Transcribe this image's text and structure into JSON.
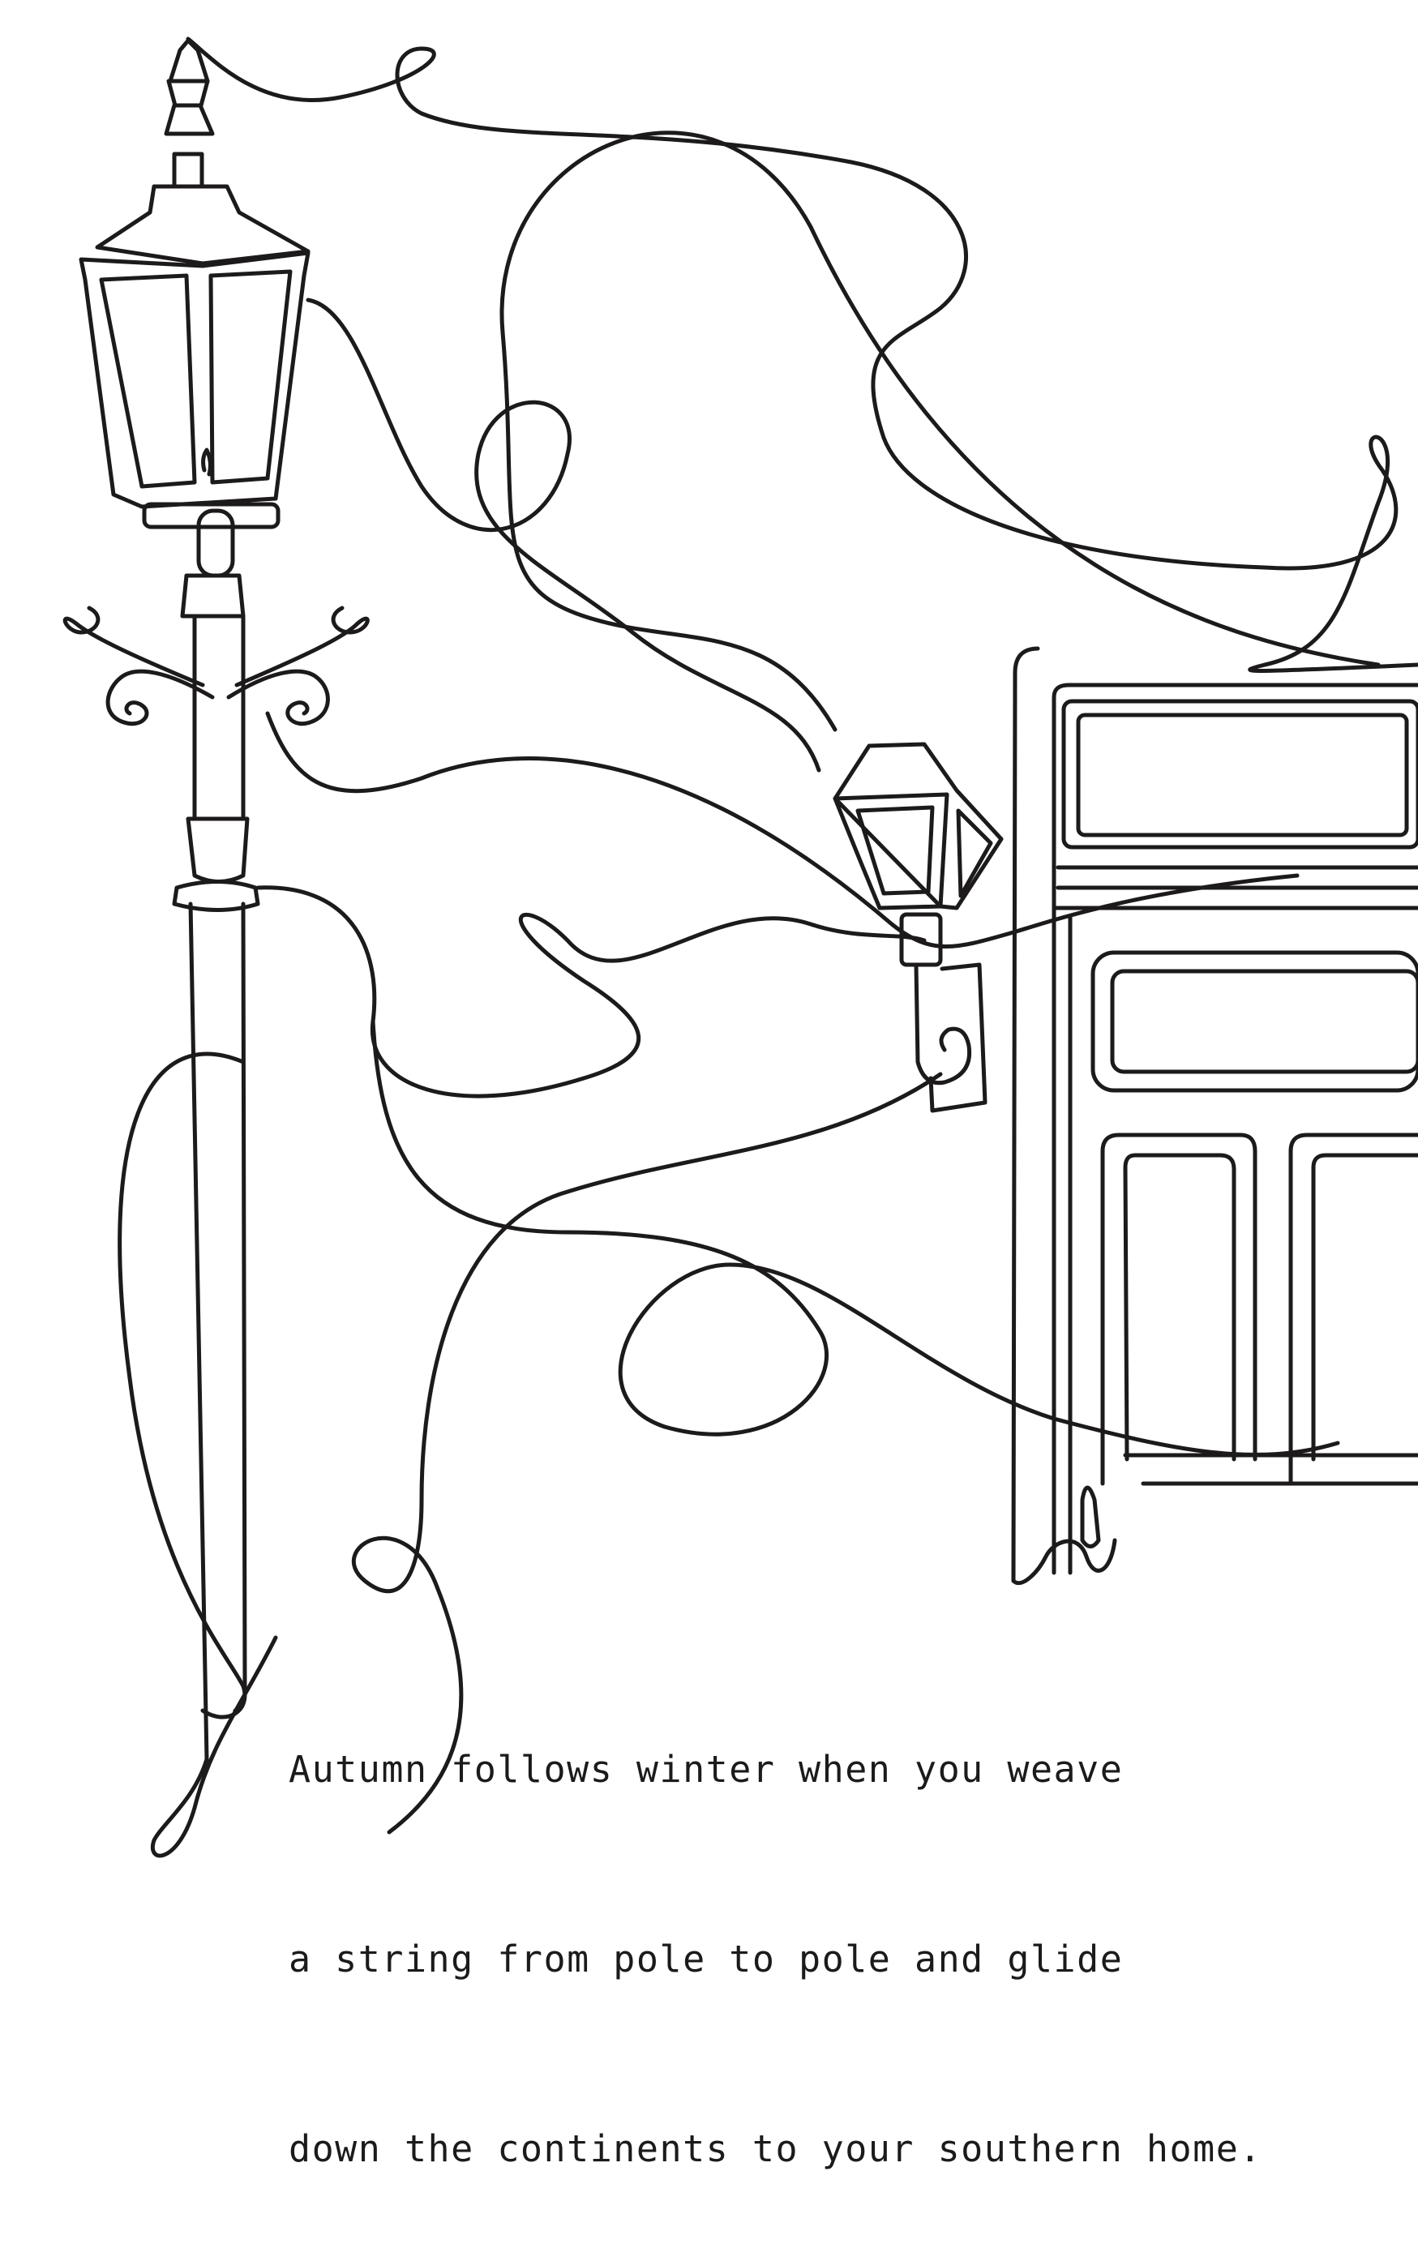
{
  "poem": {
    "lines": [
      "Autumn follows winter when you weave",
      "a string from pole to pole and glide",
      "down the continents to your southern home."
    ]
  },
  "colors": {
    "background": "#ffffff",
    "ink": "#1c1a1b"
  }
}
